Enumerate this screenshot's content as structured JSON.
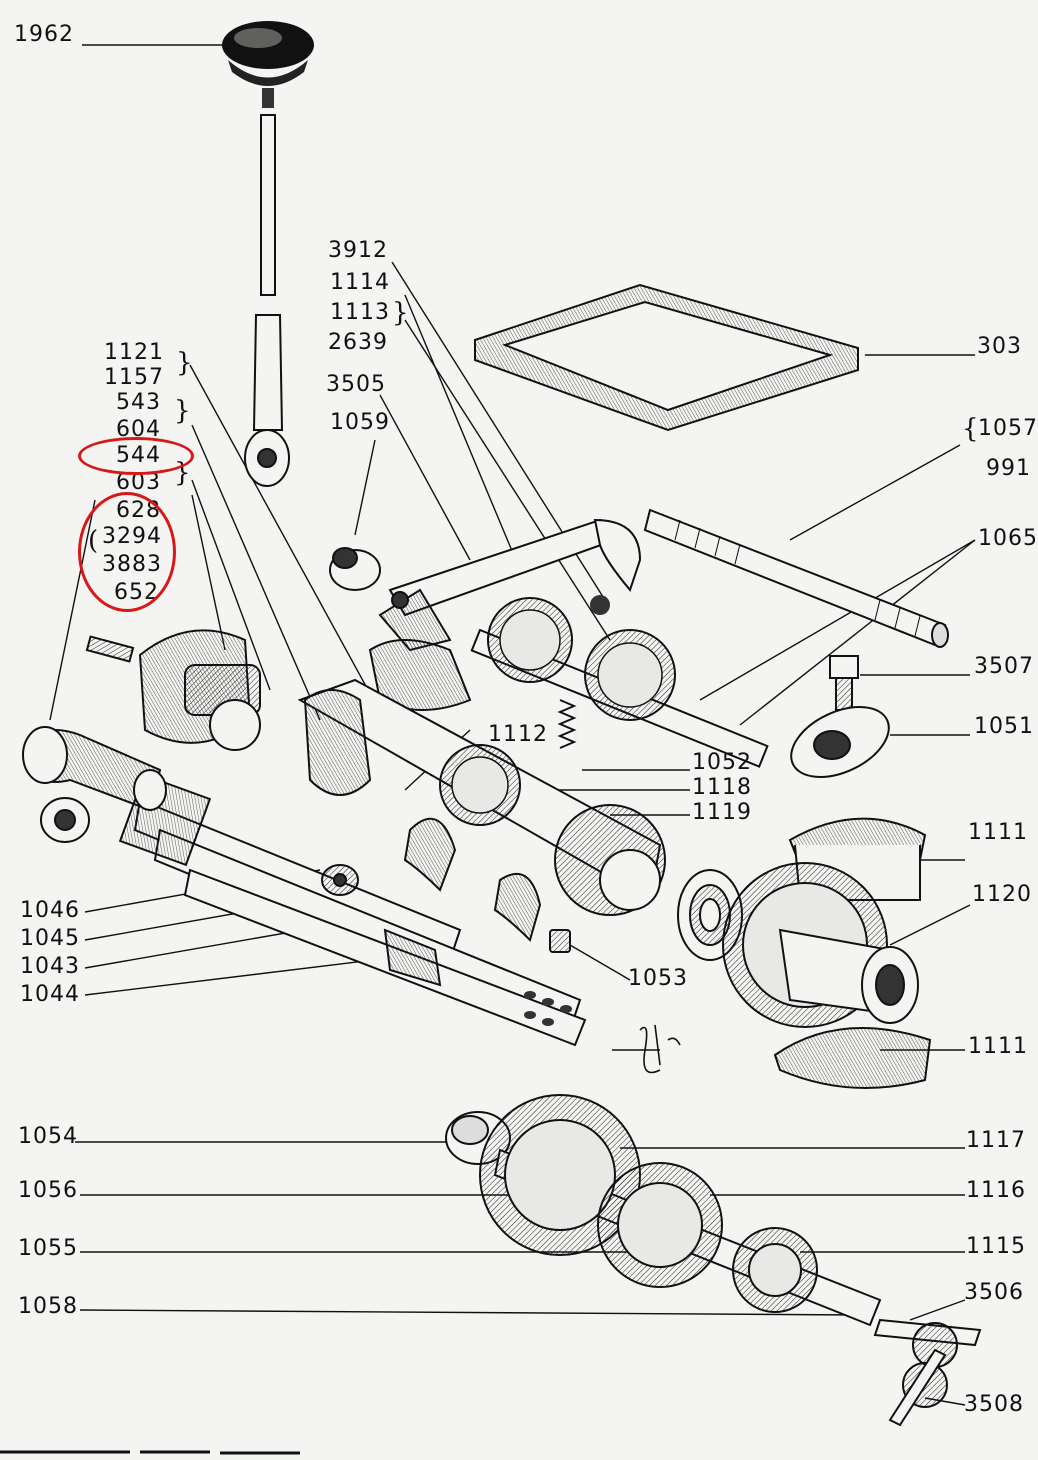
{
  "labels": {
    "l1962": "1962",
    "l3912": "3912",
    "l1114": "1114",
    "l1113": "1113",
    "l2639": "2639",
    "l3505": "3505",
    "l1059": "1059",
    "l303": "303",
    "l1057": "1057",
    "l991": "991",
    "l1065": "1065",
    "l3507": "3507",
    "l1051": "1051",
    "l1121": "1121",
    "l1157": "1157",
    "l543": "543",
    "l604": "604",
    "l544": "544",
    "l603": "603",
    "l628": "628",
    "l3294": "3294",
    "l3883": "3883",
    "l652": "652",
    "l1112": "1112",
    "l1052": "1052",
    "l1118": "1118",
    "l1119": "1119",
    "l1111a": "1111",
    "l1120": "1120",
    "l1111b": "1111",
    "l1046": "1046",
    "l1045": "1045",
    "l1043": "1043",
    "l1044": "1044",
    "l1053": "1053",
    "l1054": "1054",
    "l1056": "1056",
    "l1055": "1055",
    "l1058": "1058",
    "l1117": "1117",
    "l1116": "1116",
    "l1115": "1115",
    "l3506": "3506",
    "l3508": "3508"
  },
  "highlights": {
    "color": "#d81818"
  }
}
